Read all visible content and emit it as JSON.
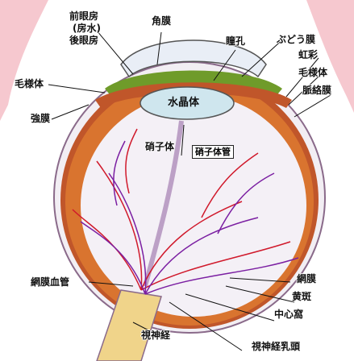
{
  "labels": {
    "anterior_chamber_l1": "前眼房",
    "anterior_chamber_l2": "(房水)",
    "posterior_chamber": "後眼房",
    "cornea": "角膜",
    "pupil": "瞳孔",
    "ora_serrata": "ぶどう膜",
    "iris": "虹彩",
    "ciliary_body": "毛様体",
    "choroid": "脈絡膜",
    "ciliary_muscle": "毛様体",
    "sclera": "強膜",
    "lens": "水晶体",
    "vitreous_body": "硝子体",
    "hyaloid_canal": "硝子体管",
    "retinal_vessels": "網膜血管",
    "retina": "網膜",
    "macula": "黄斑",
    "fovea": "中心窩",
    "optic_disc": "視神経乳頭",
    "optic_nerve": "視神経"
  },
  "colors": {
    "sclera_fill": "#f2eef3",
    "choroid_fill": "#c0562a",
    "retina_fill": "#d9742f",
    "vitreous_fill": "#f4f0f6",
    "vessel_red": "#d0192b",
    "vessel_purple": "#7b1fa2",
    "lens_fill": "#cfe6ee",
    "iris_green": "#6f9b2a",
    "muscle_pink": "#f6c8cf",
    "optic_nerve_yellow": "#f0d48a"
  }
}
